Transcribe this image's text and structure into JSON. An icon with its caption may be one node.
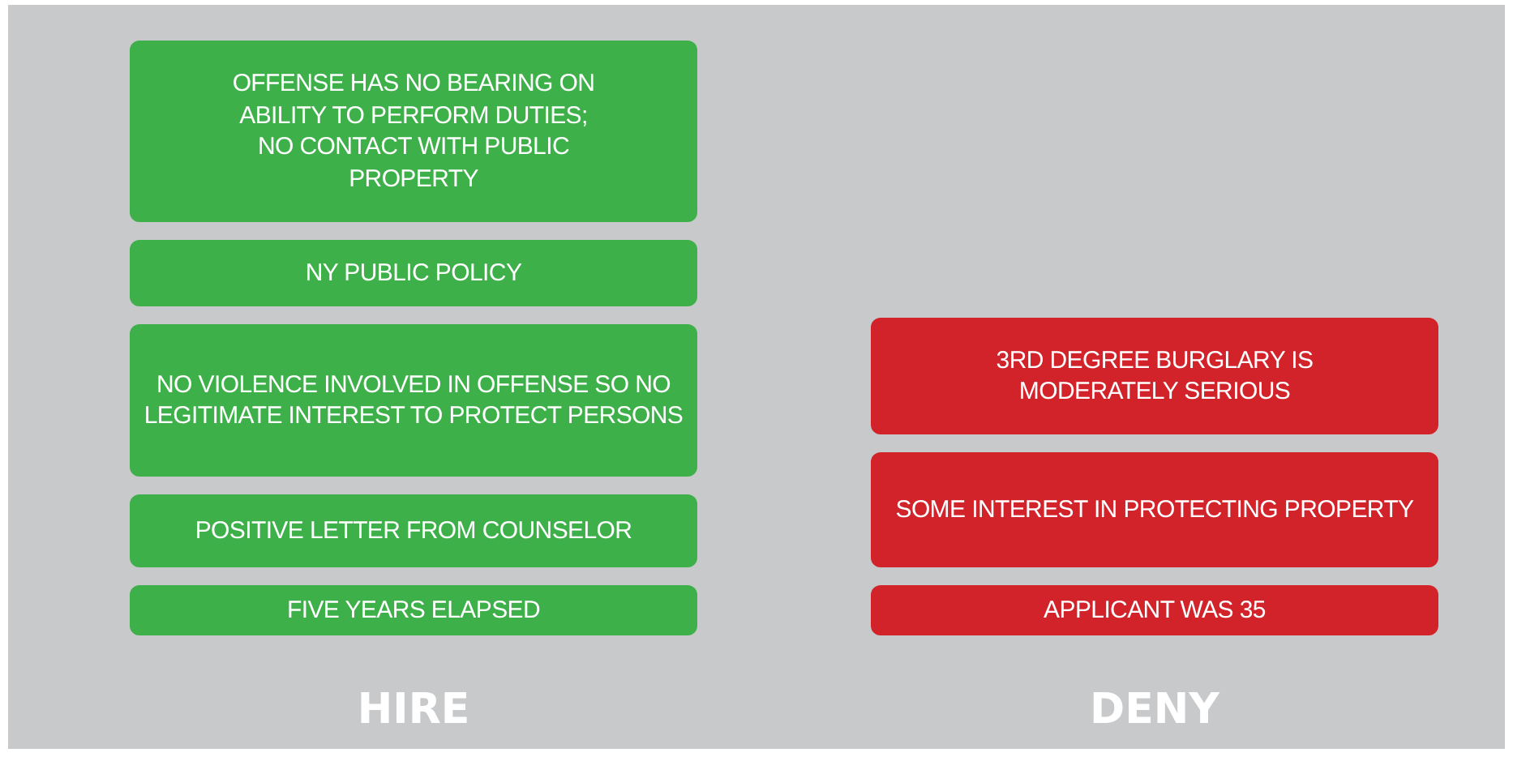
{
  "diagram": {
    "nodes": [
      {
        "text": [
          "OFFENSE HAS NO BEARING ON ABILITY TO PERFORM DUTIES; NO CONTACT WITH PUBLIC PROPERTY"
        ]
      },
      {
        "text": [
          "NY PUBLIC POLICY"
        ]
      },
      {
        "text": [
          "NO VIOLENCE INVOLVED IN OFFENSE SO NO LEGITIMATE INTEREST TO PROTECT PERSONS"
        ]
      },
      {
        "text": [
          "POSITIVE LETTER FROM COUNSELOR"
        ]
      },
      {
        "text": [
          "FIVE YEARS ELAPSED"
        ]
      },
      {
        "text": [
          "3RD DEGREE BURGLARY IS MODERATELY SERIOUS"
        ]
      },
      {
        "text": [
          "SOME INTEREST IN PROTECTING PROPERTY"
        ]
      },
      {
        "text": [
          "APPLICANT WAS 35"
        ]
      }
    ],
    "edges": [],
    "labels": [
      "HIRE",
      "DENY"
    ]
  }
}
